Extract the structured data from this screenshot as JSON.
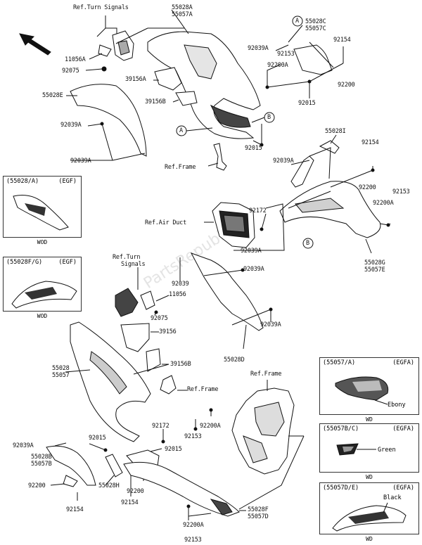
{
  "watermark": "PartsRepublik",
  "labels": {
    "ref_turn_signals_top": "Ref.Turn Signals",
    "p55028A": "55028A",
    "p55057A": "55057A",
    "p55028C": "55028C",
    "p55057C": "55057C",
    "p11056A": "11056A",
    "p92075_top": "92075",
    "p55028E": "55028E",
    "p92039A_a": "92039A",
    "p92039A_b": "92039A",
    "p39156A": "39156A",
    "p39156B": "39156B",
    "p92039A_c": "92039A",
    "p92153_a": "92153",
    "p92200A_a": "92200A",
    "p92154_a": "92154",
    "p92200_a": "92200",
    "p92015_a": "92015",
    "p92015_b": "92015",
    "ref_frame_top": "Ref.Frame",
    "p55028I": "55028I",
    "p92039A_d": "92039A",
    "p92154_b": "92154",
    "p92200_b": "92200",
    "p92153_b": "92153",
    "p92200A_b": "92200A",
    "ref_air_duct": "Ref.Air Duct",
    "p92172_a": "92172",
    "p92039A_e": "92039A",
    "p55028G": "55028G",
    "p55057E": "55057E",
    "ref_turn_signals_mid_1": "Ref.Turn",
    "ref_turn_signals_mid_2": "Signals",
    "p92039": "92039",
    "p11056": "11056",
    "p92075_mid": "92075",
    "p92039A_f": "92039A",
    "p92039A_g": "92039A",
    "p39156": "39156",
    "p39156B_mid": "39156B",
    "p55028D": "55028D",
    "p55028": "55028",
    "p55057": "55057",
    "ref_frame_mid": "Ref.Frame",
    "ref_frame_low": "Ref.Frame",
    "p92172_b": "92172",
    "p92200A_c": "92200A",
    "p92153_c": "92153",
    "p92039A_h": "92039A",
    "p92015_c": "92015",
    "p92015_d": "92015",
    "p55028B": "55028B",
    "p55057B": "55057B",
    "p55028H": "55028H",
    "p92200_c": "92200",
    "p92200_d": "92200",
    "p92154_c": "92154",
    "p92154_d": "92154",
    "p55028F": "55028F",
    "p55057D": "55057D",
    "p92200A_d": "92200A",
    "p92153_d": "92153",
    "callout_A": "A",
    "callout_B": "B"
  },
  "insets": [
    {
      "title": "(55028/A)",
      "tag": "(EGF)",
      "footer": "WOD"
    },
    {
      "title": "(55028F/G)",
      "tag": "(EGF)",
      "footer": "WOD"
    },
    {
      "title": "(55057/A)",
      "tag": "(EGFA)",
      "footer": "WD",
      "color_label": "Ebony"
    },
    {
      "title": "(55057B/C)",
      "tag": "(EGFA)",
      "footer": "WD",
      "color_label": "Green"
    },
    {
      "title": "(55057D/E)",
      "tag": "(EGFA)",
      "footer": "WD",
      "color_label": "Black"
    }
  ]
}
